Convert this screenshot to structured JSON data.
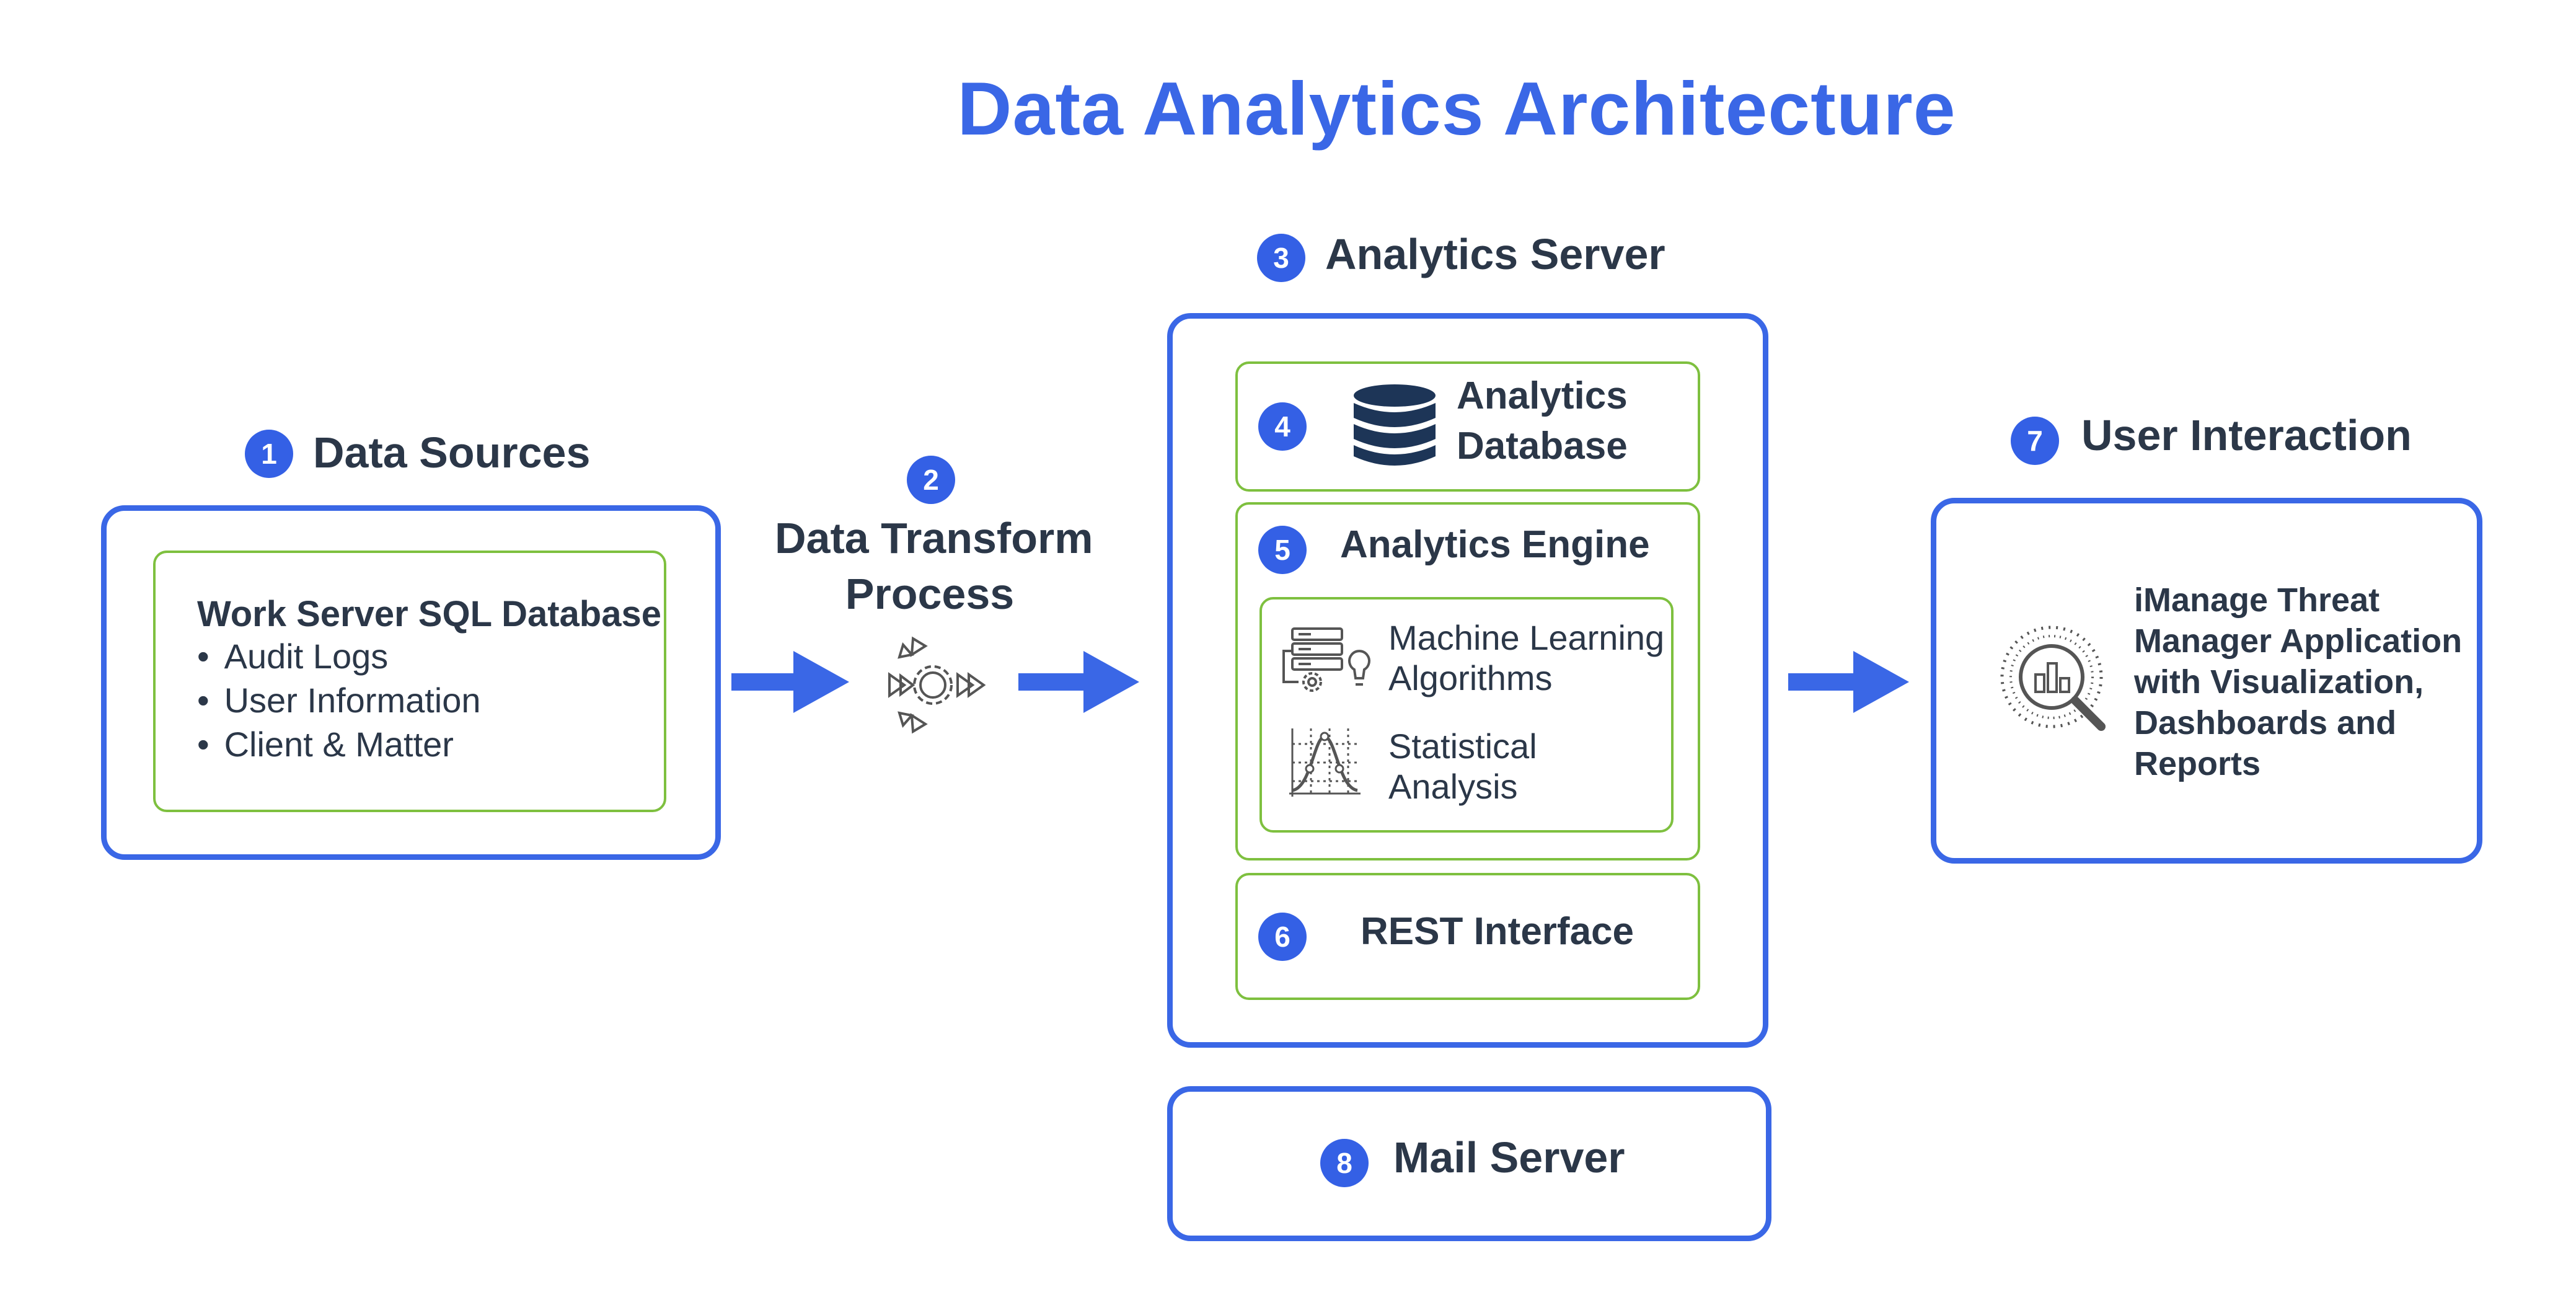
{
  "title": "Data Analytics Architecture",
  "steps": {
    "s1": {
      "num": "1",
      "label": "Data Sources"
    },
    "s2": {
      "num": "2",
      "label_line1": "Data Transform",
      "label_line2": "Process"
    },
    "s3": {
      "num": "3",
      "label": "Analytics Server"
    },
    "s4": {
      "num": "4",
      "label_line1": "Analytics",
      "label_line2": "Database"
    },
    "s5": {
      "num": "5",
      "label": "Analytics Engine"
    },
    "s6": {
      "num": "6",
      "label": "REST Interface"
    },
    "s7": {
      "num": "7",
      "label": "User Interaction"
    },
    "s8": {
      "num": "8",
      "label": "Mail Server"
    }
  },
  "data_sources": {
    "heading": "Work Server SQL Database",
    "items": [
      "Audit Logs",
      "User Information",
      "Client & Matter"
    ]
  },
  "engine": {
    "ml_line1": "Machine Learning",
    "ml_line2": "Algorithms",
    "stat_line1": "Statistical",
    "stat_line2": "Analysis"
  },
  "user_app": {
    "line1": "iManage Threat",
    "line2": "Manager Application",
    "line3": "with Visualization,",
    "line4": "Dashboards and",
    "line5": "Reports"
  },
  "colors": {
    "accent_blue": "#3a67e6",
    "badge_blue": "#3460e5",
    "green_border": "#7ec03f",
    "text_dark": "#2b3748"
  },
  "icons": [
    "database-icon",
    "gear-arrows-icon",
    "ml-icon",
    "bell-curve-icon",
    "analytics-magnifier-icon"
  ]
}
